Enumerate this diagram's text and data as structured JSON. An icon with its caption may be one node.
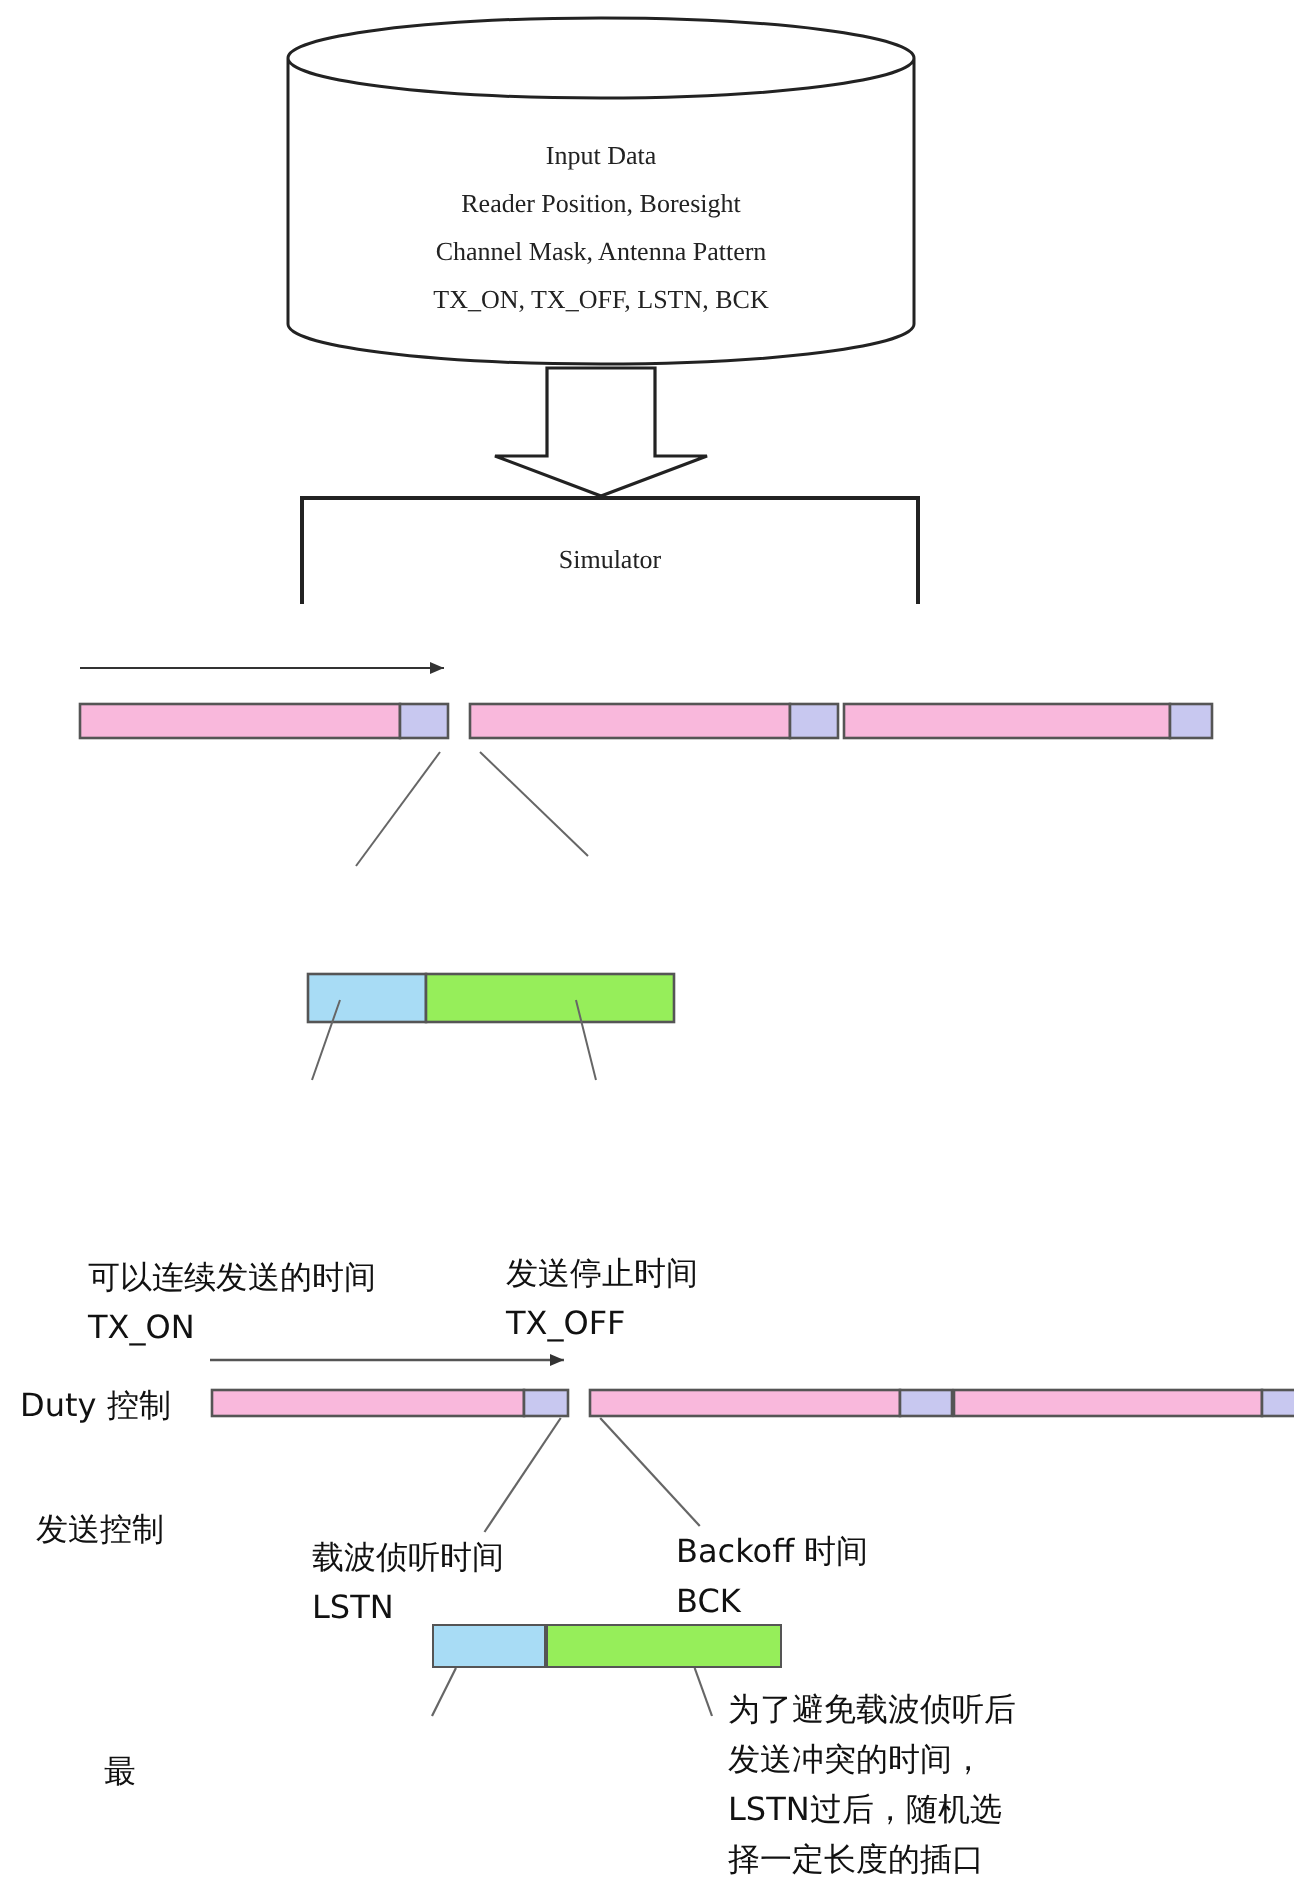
{
  "diagram": {
    "nodes": [
      {
        "text": [
          "Input Data",
          "Reader Position, Boresight",
          "Channel Mask, Antenna Pattern",
          "TX_ON, TX_OFF, LSTN, BCK"
        ]
      },
      {
        "text": [
          "Simulator"
        ]
      },
      {
        "text": [
          "载波侦听时间 LSTN"
        ]
      },
      {
        "text": [
          "Backoff 时间 BCK"
        ]
      },
      {
        "text": [],
        "shape": "bar"
      },
      {
        "text": [],
        "shape": "bar"
      },
      {
        "text": [
          "为了避免载波侦听后发送冲突的时间，LSTN过后，随机选择一定长度的插口"
        ]
      },
      {
        "text": [],
        "shape": "bar"
      }
    ],
    "edges": [
      {
        "from": 0,
        "to": 1,
        "arrow": "to",
        "style": "thick"
      },
      {
        "from": 2,
        "to": 7,
        "arrow": "none"
      },
      {
        "from": 3,
        "to": 7,
        "arrow": "none"
      },
      {
        "from": 4,
        "to": null,
        "arrow": "none"
      },
      {
        "from": 5,
        "to": 6,
        "arrow": "none"
      }
    ],
    "labels": [
      "可以连续发送的时间 TX_ON",
      "发送停止时间 TX_OFF",
      "Duty 控制",
      "发送控制",
      "最"
    ]
  }
}
